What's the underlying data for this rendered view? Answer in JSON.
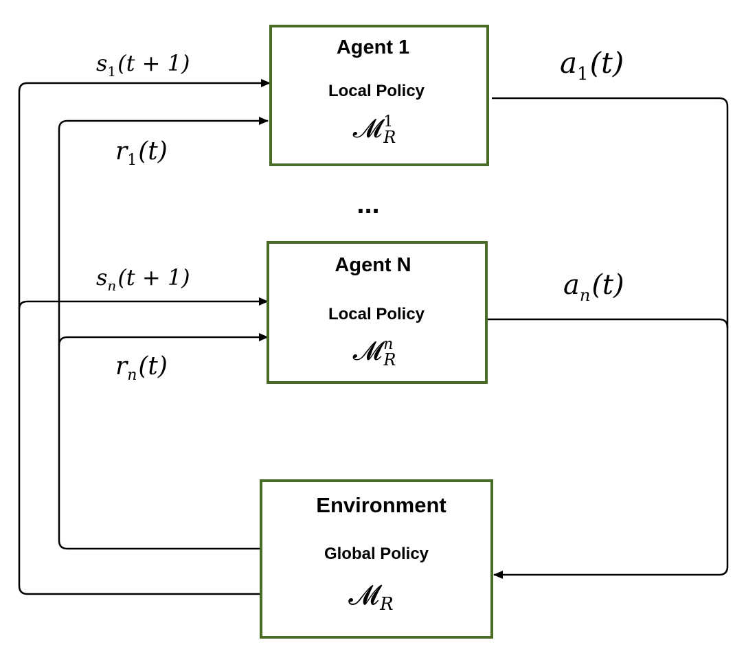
{
  "agents": [
    {
      "title": "Agent 1",
      "policy_label": "Local Policy",
      "model_symbol": "𝓜",
      "model_sub": "R",
      "model_sup": "1",
      "state_var": "s",
      "state_sub": "1",
      "state_time": "(t + 1)",
      "reward_var": "r",
      "reward_sub": "1",
      "reward_time": "(t)",
      "action_var": "a",
      "action_sub": "1",
      "action_time": "(t)"
    },
    {
      "title": "Agent N",
      "policy_label": "Local Policy",
      "model_symbol": "𝓜",
      "model_sub": "R",
      "model_sup": "n",
      "state_var": "s",
      "state_sub": "n",
      "state_time": "(t + 1)",
      "reward_var": "r",
      "reward_sub": "n",
      "reward_time": "(t)",
      "action_var": "a",
      "action_sub": "n",
      "action_time": "(t)"
    }
  ],
  "ellipsis": "...",
  "environment": {
    "title": "Environment",
    "policy_label": "Global Policy",
    "model_symbol": "𝓜",
    "model_sub": "R"
  },
  "colors": {
    "box_border": "#4a6b25",
    "arrows": "#000000"
  }
}
